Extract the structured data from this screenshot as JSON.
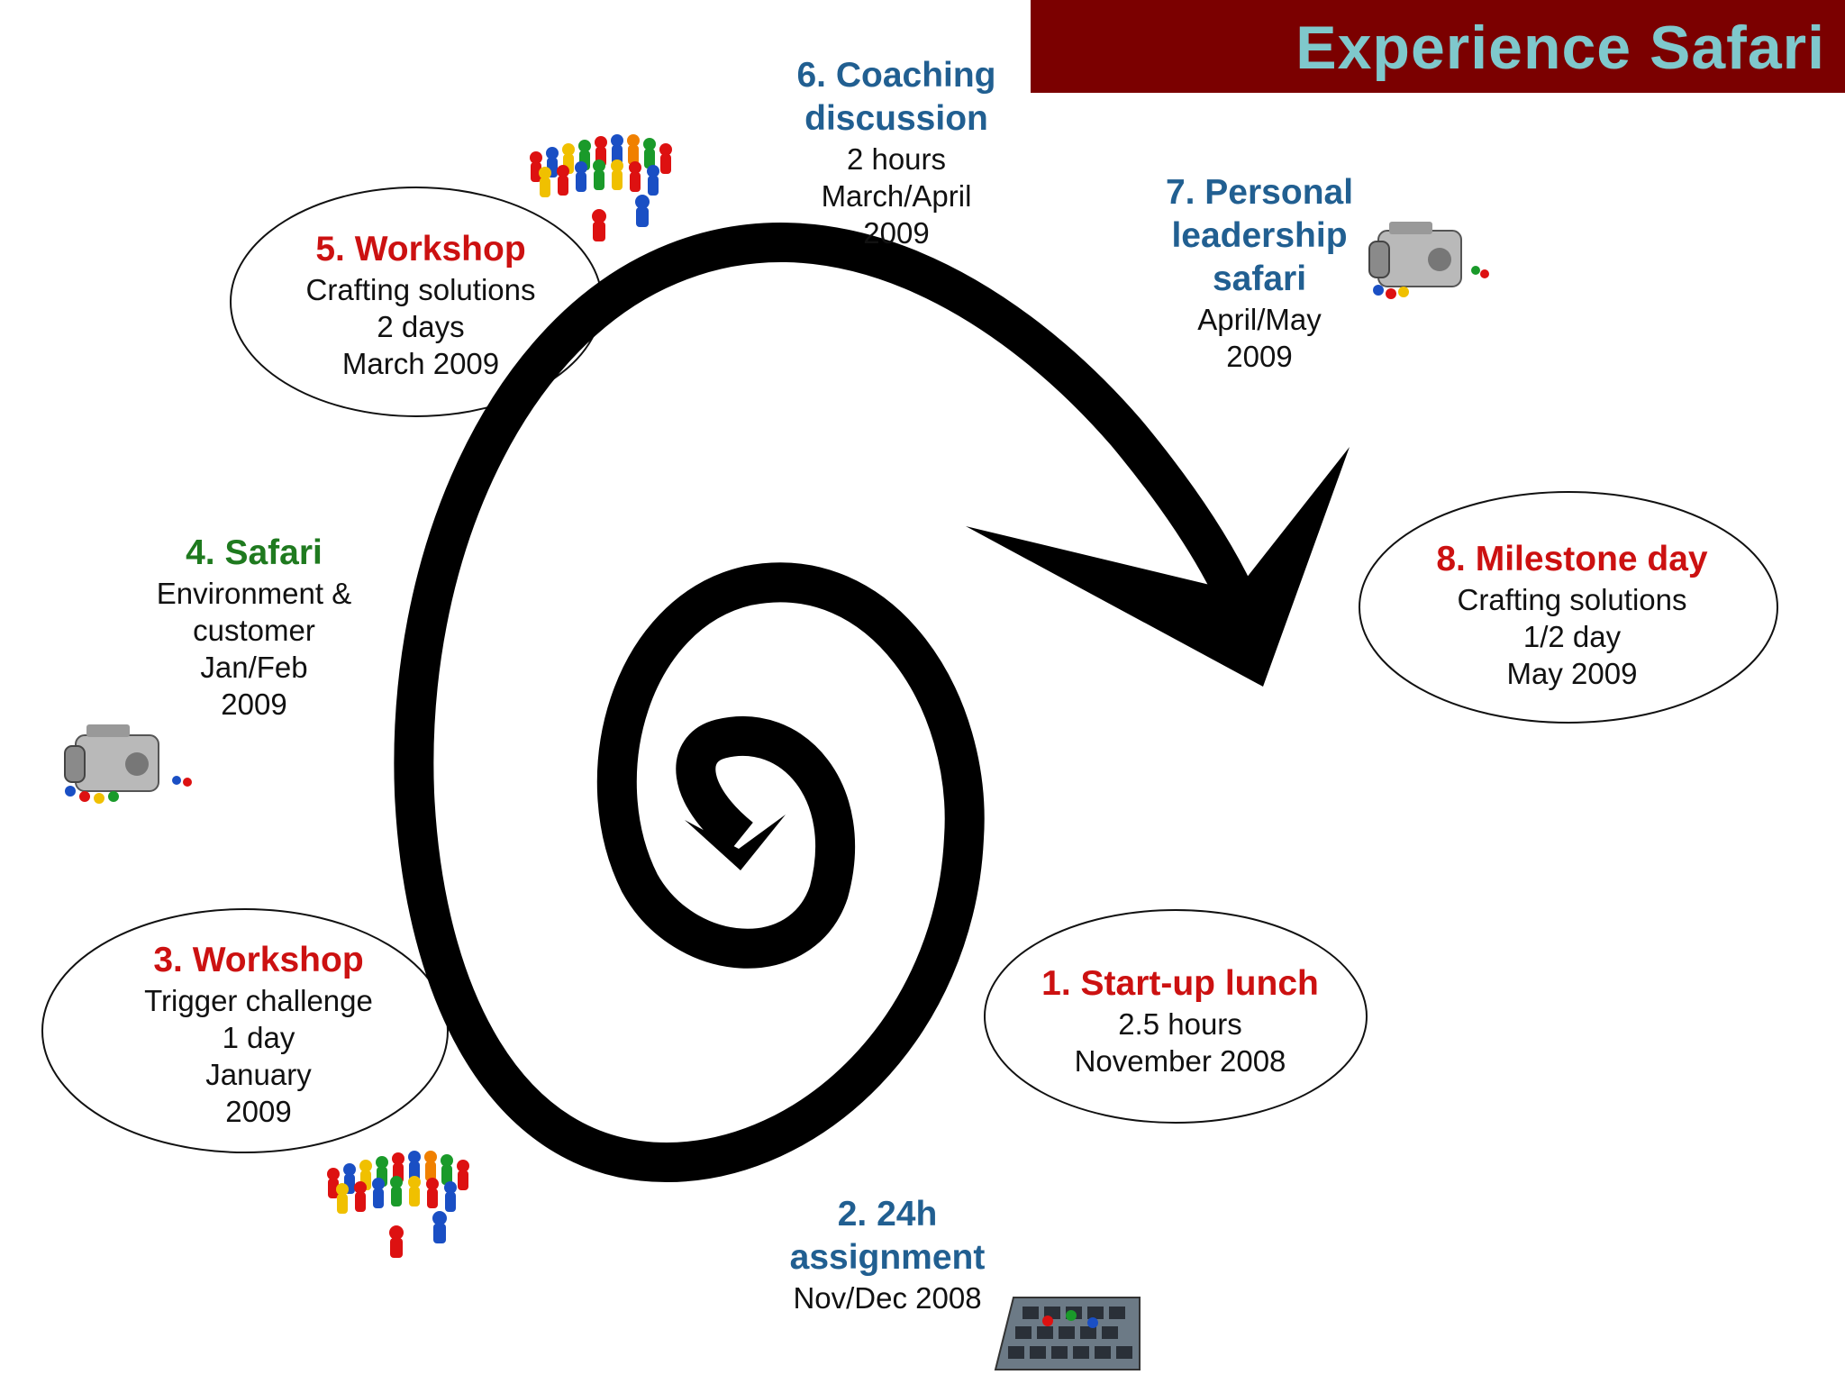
{
  "header": {
    "title": "Experience Safari"
  },
  "colors": {
    "banner": "#7b0000",
    "banner_text": "#7fc8cc",
    "red": "#cc1111",
    "blue": "#215f91",
    "green": "#1f7a1f"
  },
  "steps": [
    {
      "title": "1. Start-up lunch",
      "lines": [
        "2.5 hours",
        "November 2008"
      ],
      "color": "red"
    },
    {
      "title": "2. 24h",
      "title2": "assignment",
      "lines": [
        "Nov/Dec 2008"
      ],
      "color": "blue"
    },
    {
      "title": "3. Workshop",
      "lines": [
        "Trigger challenge",
        "1 day",
        "January",
        "2009"
      ],
      "color": "red"
    },
    {
      "title": "4. Safari",
      "lines": [
        "Environment &",
        "customer",
        "Jan/Feb",
        "2009"
      ],
      "color": "green"
    },
    {
      "title": "5. Workshop",
      "lines": [
        "Crafting solutions",
        "2 days",
        "March 2009"
      ],
      "color": "red"
    },
    {
      "title": "6. Coaching",
      "title2": "discussion",
      "lines": [
        "2 hours",
        "March/April",
        "2009"
      ],
      "color": "blue"
    },
    {
      "title": "7. Personal",
      "title2": "leadership",
      "title3": "safari",
      "lines": [
        "April/May",
        "2009"
      ],
      "color": "blue"
    },
    {
      "title": "8. Milestone day",
      "lines": [
        "Crafting solutions",
        "1/2 day",
        "May 2009"
      ],
      "color": "red"
    }
  ],
  "icons": [
    "pawn-crowd-icon",
    "camcorder-icon",
    "keyboard-icon"
  ]
}
